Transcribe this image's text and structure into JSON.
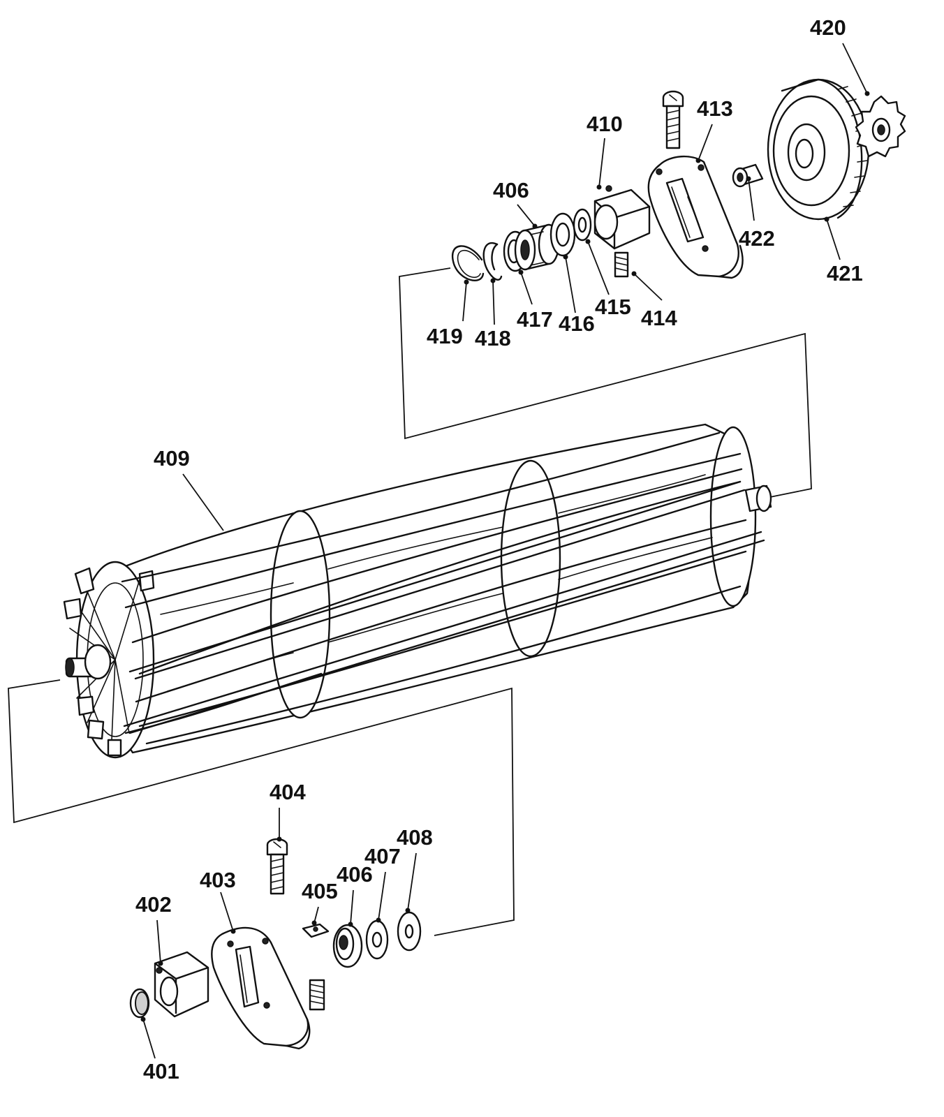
{
  "labels": {
    "p401": "401",
    "p402": "402",
    "p403": "403",
    "p404": "404",
    "p405": "405",
    "p406_lower": "406",
    "p407": "407",
    "p408": "408",
    "p409": "409",
    "p406_upper": "406",
    "p410": "410",
    "p413": "413",
    "p414": "414",
    "p415": "415",
    "p416": "416",
    "p417": "417",
    "p418": "418",
    "p419": "419",
    "p420": "420",
    "p421": "421",
    "p422": "422"
  }
}
